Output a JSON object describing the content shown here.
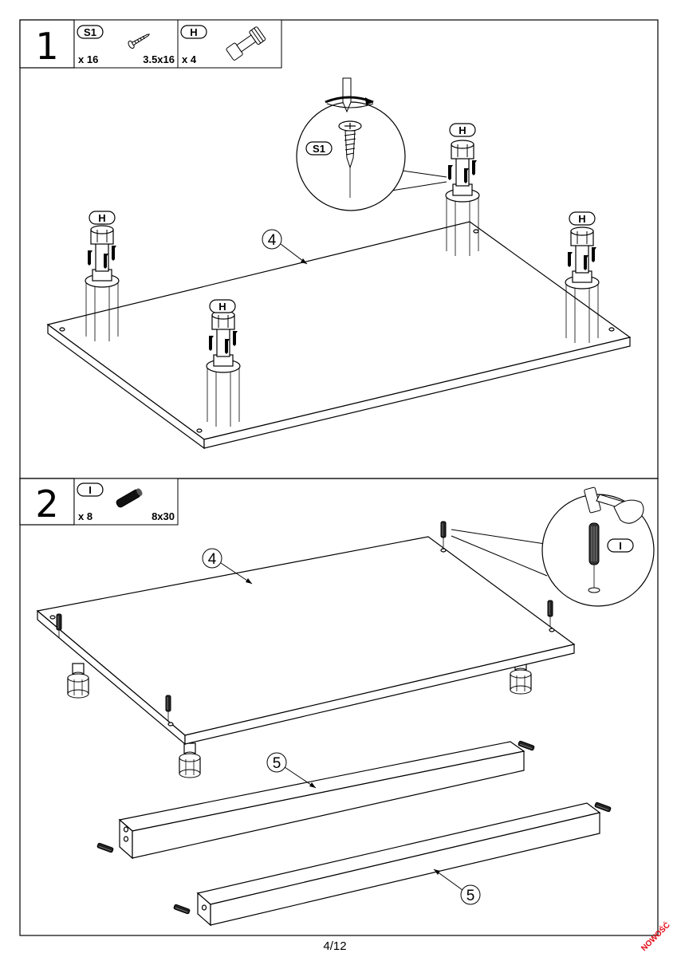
{
  "step1": {
    "number": "1",
    "parts": [
      {
        "code": "S1",
        "qty": "x 16",
        "size": "3.5x16"
      },
      {
        "code": "H",
        "qty": "x 4",
        "size": ""
      }
    ],
    "detail_label": "S1",
    "leg_label": "H",
    "panel_callout": "4"
  },
  "step2": {
    "number": "2",
    "parts": [
      {
        "code": "I",
        "qty": "x 8",
        "size": "8x30"
      }
    ],
    "detail_label": "I",
    "panel_callout": "4",
    "side_callout": "5"
  },
  "footer": {
    "page": "4/12",
    "brand": "NOWOŚĆ",
    "brand_color": "#e30613"
  }
}
